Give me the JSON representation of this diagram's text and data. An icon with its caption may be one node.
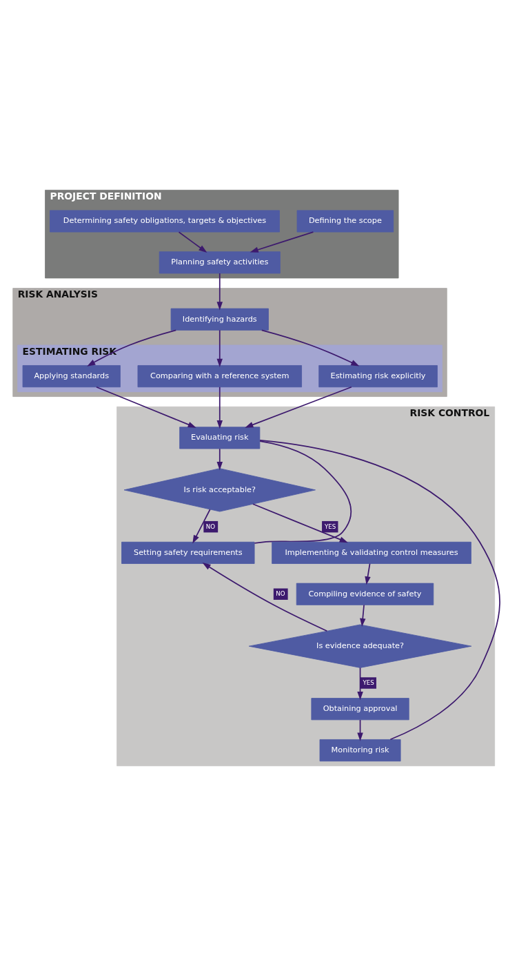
{
  "diagram": {
    "nodes": [
      {
        "text": [
          "PROJECT DEFINITION"
        ]
      },
      {
        "text": [
          "Defining the scope"
        ],
        "in": 0
      },
      {
        "text": [
          "Determining safety obligations, targets & objectives"
        ],
        "in": 0
      },
      {
        "text": [
          "Planning safety activities"
        ],
        "in": 0
      },
      {
        "text": [
          "RISK ANALYSIS"
        ]
      },
      {
        "text": [
          "Identifying hazards"
        ],
        "in": 4
      },
      {
        "text": [
          "ESTIMATING RISK"
        ],
        "in": 4
      },
      {
        "text": [
          "Applying standards"
        ],
        "in": 6
      },
      {
        "text": [
          "Comparing with a reference system"
        ],
        "in": 6
      },
      {
        "text": [
          "Estimating risk explicitly"
        ],
        "in": 6
      },
      {
        "text": [
          "RISK CONTROL"
        ]
      },
      {
        "text": [
          "Evaluating risk"
        ],
        "in": 10
      },
      {
        "text": [
          "Setting safety requirements"
        ],
        "in": 10
      },
      {
        "text": [
          "Is risk acceptable?"
        ],
        "in": 10
      },
      {
        "text": [
          "Implementing & validating control measures"
        ],
        "in": 10
      },
      {
        "text": [
          "Compiling evidence of safety"
        ],
        "in": 10
      },
      {
        "text": [
          "Monitoring risk"
        ],
        "in": 10
      },
      {
        "text": [
          "Is evidence adequate?"
        ],
        "in": 10
      },
      {
        "text": [
          "Obtaining approval"
        ],
        "in": 10
      }
    ],
    "edges": [
      {
        "from": 1,
        "to": 3,
        "arrow": "to"
      },
      {
        "from": 2,
        "to": 3,
        "arrow": "to"
      },
      {
        "from": 3,
        "to": 5,
        "arrow": "to"
      },
      {
        "from": 5,
        "to": 7,
        "arrow": "to"
      },
      {
        "from": 5,
        "to": 8,
        "arrow": "to"
      },
      {
        "from": 5,
        "to": 9,
        "arrow": "to"
      },
      {
        "from": 7,
        "to": 11,
        "arrow": "to"
      },
      {
        "from": 8,
        "to": 11,
        "arrow": "to"
      },
      {
        "from": 9,
        "to": 11,
        "arrow": "to"
      },
      {
        "from": 11,
        "to": 13,
        "arrow": "to"
      },
      {
        "from": 13,
        "to": 12,
        "arrow": "to",
        "label": "NO"
      },
      {
        "from": 13,
        "to": 14,
        "arrow": "to",
        "label": "YES"
      },
      {
        "from": 14,
        "to": 15,
        "arrow": "to"
      },
      {
        "from": 15,
        "to": 17,
        "arrow": "to"
      },
      {
        "from": 17,
        "to": 12,
        "arrow": "to",
        "label": "NO"
      },
      {
        "from": 17,
        "to": 18,
        "arrow": "to",
        "label": "YES"
      },
      {
        "from": 18,
        "to": 16,
        "arrow": "to"
      },
      {
        "from": 16,
        "to": 11,
        "arrow": "none"
      },
      {
        "from": 12,
        "to": 11,
        "arrow": "none"
      }
    ]
  }
}
